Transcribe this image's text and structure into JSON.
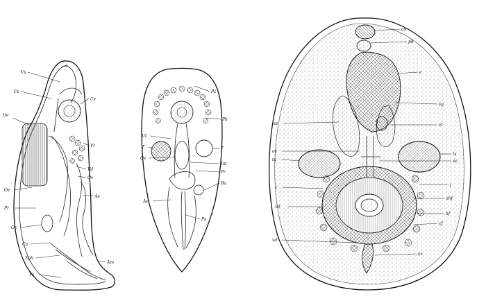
{
  "figure1": {
    "labels": {
      "vs": "Vs",
      "fs": "Fs",
      "int": "Int",
      "ce": "Ce",
      "vt": "Vt",
      "vd": "Vd",
      "ov": "Ov",
      "ae": "Ae",
      "oe": "Oe",
      "pr": "Pr",
      "oc": "Oc",
      "ca": "Ca",
      "sph": "Sph",
      "am": "Am",
      "ve": "Ve"
    }
  },
  "figure2": {
    "labels": {
      "ph": "Ph",
      "pc": "Pc",
      "ut": "Ut",
      "t": "T",
      "ov": "Ov",
      "t2": "T",
      "int": "Int",
      "pr": "Pr",
      "ba": "Ba",
      "ae": "Ae",
      "ps": "Ps"
    }
  },
  "figure3": {
    "labels": {
      "os": "os",
      "ph": "ph",
      "e": "e",
      "vg": "vg",
      "sv": "sv",
      "vt": "vt",
      "oe": "oe",
      "ta_left": "ta",
      "ts": "ts",
      "ve": "ve",
      "c": "c",
      "j": "j",
      "vit": "vit",
      "ohf": "ohf",
      "hf": "hf",
      "cf": "cf",
      "vd": "vd",
      "sv2": "sv"
    }
  }
}
